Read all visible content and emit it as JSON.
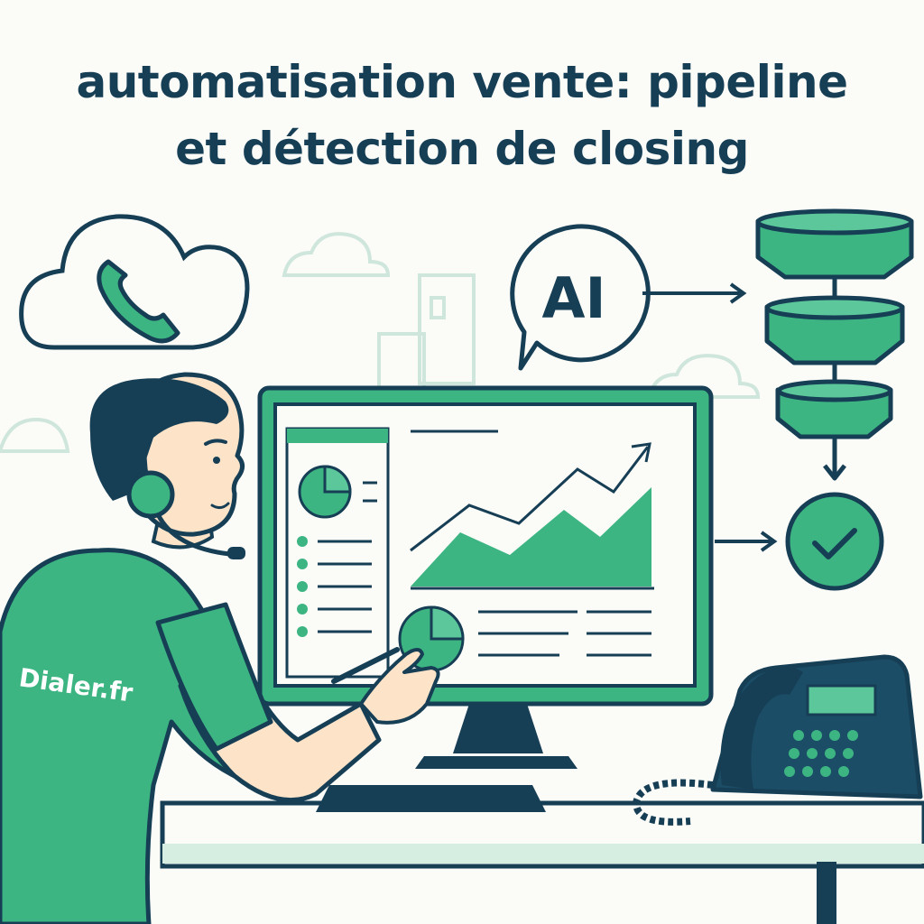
{
  "title": {
    "line1": "automatisation vente: pipeline",
    "line2": "et détection de closing"
  },
  "speech_bubble": {
    "text": "AI"
  },
  "shirt": {
    "brand": "Dialer.fr"
  },
  "icons": [
    "phone-icon",
    "cloud-icon",
    "funnel-icon",
    "check-icon",
    "headset-icon",
    "desk-phone-icon",
    "pie-chart-icon",
    "trend-arrow-icon"
  ],
  "colors": {
    "ink": "#163e55",
    "green": "#3db583",
    "light_green": "#5cc79a",
    "bg": "#fbfbf8",
    "skin": "#fde3c8"
  }
}
